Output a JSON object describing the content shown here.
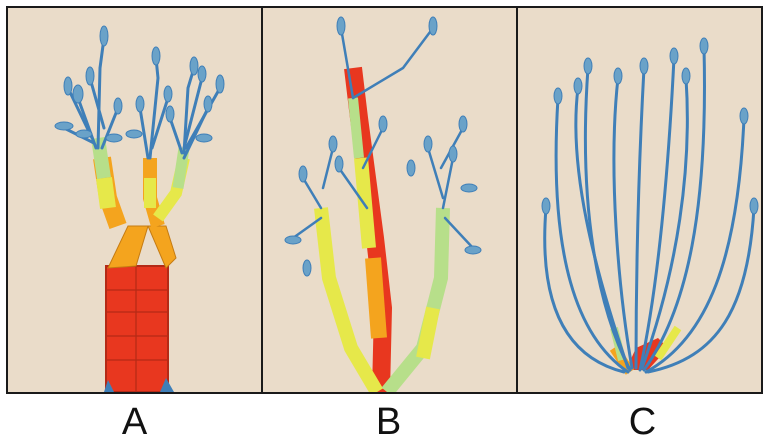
{
  "panels": [
    {
      "label": "A"
    },
    {
      "label": "B"
    },
    {
      "label": "C"
    }
  ],
  "colors": {
    "background": "#eadcc9",
    "trunk": "#e8371f",
    "orange": "#f4a41e",
    "yellow": "#e6e84a",
    "green": "#b7df8a",
    "blue": "#3f7fb8",
    "leaf": "#6aa2c8"
  }
}
